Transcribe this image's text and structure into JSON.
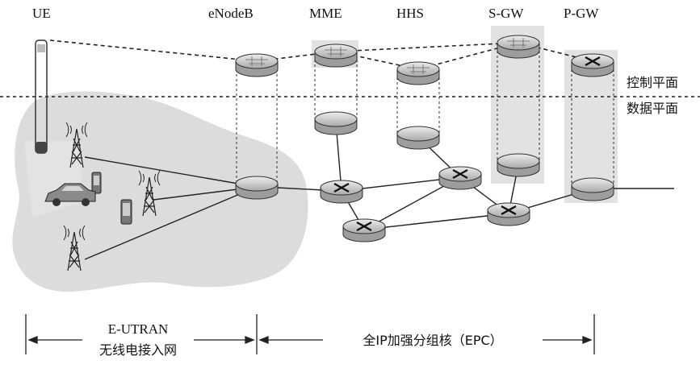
{
  "header_labels": {
    "ue": "UE",
    "enodeb": "eNodeB",
    "mme": "MME",
    "hhs": "HHS",
    "sgw": "S-GW",
    "pgw": "P-GW"
  },
  "planes": {
    "control": "控制平面",
    "data": "数据平面"
  },
  "bottom": {
    "eutran_line1": "E-UTRAN",
    "eutran_line2": "无线电接入网",
    "epc": "全IP加强分组核（EPC）"
  },
  "icons": {
    "router": "router-icon",
    "switch": "switch-icon",
    "tower": "radio-tower-icon",
    "phone": "mobile-phone-icon",
    "car": "car-icon"
  },
  "colors": {
    "cloud": "#dcdcdc",
    "node_fill": "#c8c8c8",
    "node_top": "#e6e6e6",
    "column": "#e2e2e2"
  }
}
